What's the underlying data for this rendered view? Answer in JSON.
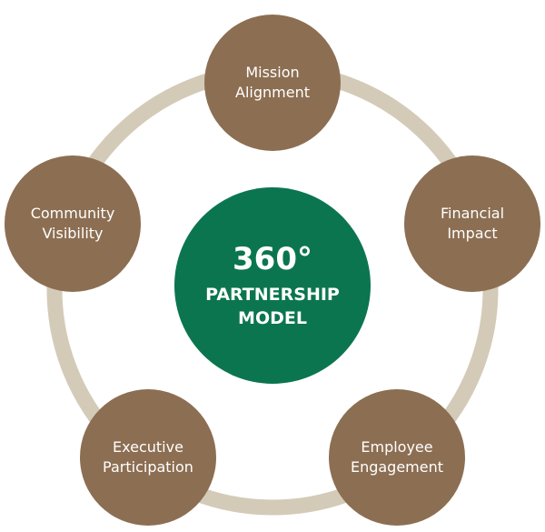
{
  "colors": {
    "ring": "#d4cab8",
    "node": "#8c6e52",
    "center": "#0b7550",
    "text": "#ffffff"
  },
  "center": {
    "title": "360°",
    "subtitle": "PARTNERSHIP\nMODEL"
  },
  "nodes": [
    {
      "label": "Mission\nAlignment"
    },
    {
      "label": "Financial\nImpact"
    },
    {
      "label": "Employee\nEngagement"
    },
    {
      "label": "Executive\nParticipation"
    },
    {
      "label": "Community\nVisibility"
    }
  ]
}
